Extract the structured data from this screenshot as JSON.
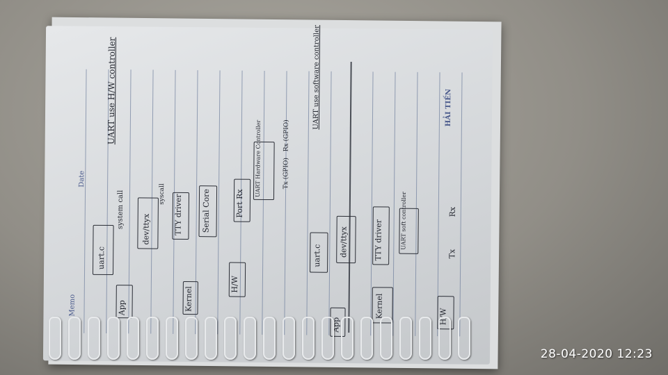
{
  "printed": {
    "memo": "Memo",
    "date": "Date",
    "brand": "HẢI TIẾN"
  },
  "notes": {
    "left_title": "UART use H/W controller",
    "right_title": "UART use software controller",
    "app_left": "App",
    "kernel_left": "Kernel",
    "hw_left": "H/W",
    "uart_c_left": "uart.c",
    "system_call": "system call",
    "dev_left": "dev/ttyx",
    "sys_call_2": "syscall",
    "tty_driver_left": "TTY driver",
    "serial_core": "Serial Core",
    "ports": "Port Rx",
    "hw_controller": "UART Hardware Controller",
    "tx_gpio": "Tx (GPIO)",
    "rx_gpio": "Rx (GPIO)",
    "app_right": "App",
    "kernel_right": "Kernel",
    "hw_right": "H/W",
    "uart_c_right": "uart.c",
    "dev_right": "dev/ttyx",
    "tty_driver_right": "TTY driver",
    "sw_controller": "UART soft controller",
    "tx_right": "Tx",
    "rx_right": "Rx"
  },
  "timestamp": "28-04-2020 12:23"
}
